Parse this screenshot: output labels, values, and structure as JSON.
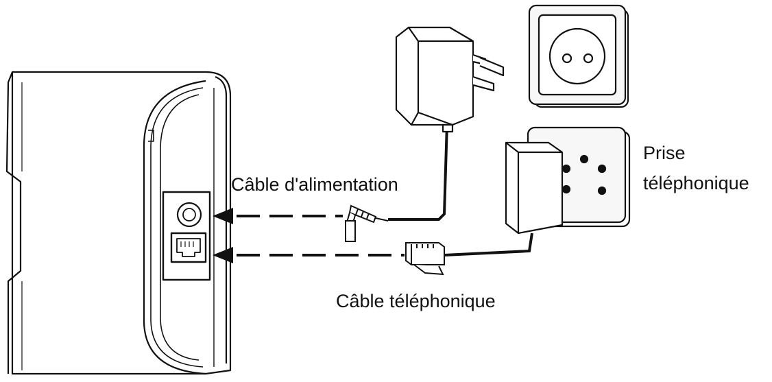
{
  "labels": {
    "power_cable": "Câble d'alimentation",
    "phone_cable": "Câble téléphonique",
    "phone_socket_line1": "Prise",
    "phone_socket_line2": "téléphonique"
  },
  "colors": {
    "line": "#111111",
    "background": "#ffffff",
    "socket_face": "#f4f4f4"
  }
}
